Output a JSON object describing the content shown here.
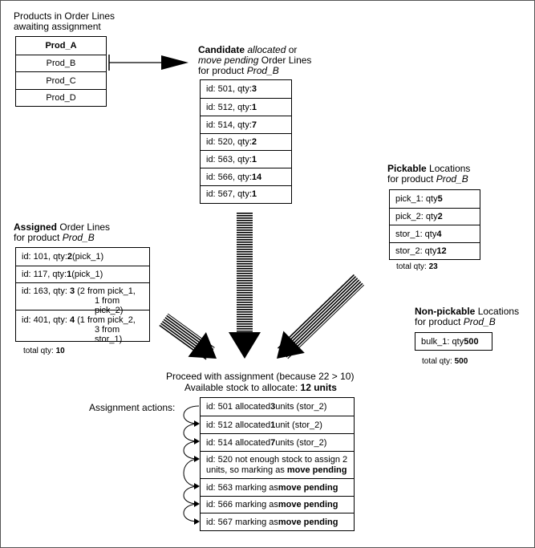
{
  "products": {
    "title_line1": "Products in Order Lines",
    "title_line2": "awaiting assignment",
    "items": [
      "Prod_A",
      "Prod_B",
      "Prod_C",
      "Prod_D"
    ]
  },
  "candidate": {
    "title_bold": "Candidate",
    "title_italic1": "allocated",
    "title_or": "or",
    "title_italic2": "move pending",
    "title_rest": "Order Lines",
    "title_line3": "for product",
    "product": "Prod_B",
    "rows": [
      {
        "pre": "id: 501, qty: ",
        "qty": "3"
      },
      {
        "pre": "id: 512, qty: ",
        "qty": "1"
      },
      {
        "pre": "id: 514, qty: ",
        "qty": "7"
      },
      {
        "pre": "id: 520, qty: ",
        "qty": "2"
      },
      {
        "pre": "id: 563, qty: ",
        "qty": "1"
      },
      {
        "pre": "id: 566, qty: ",
        "qty": "14"
      },
      {
        "pre": "id: 567, qty: ",
        "qty": "1"
      }
    ]
  },
  "pickable": {
    "title_bold": "Pickable",
    "title_rest": "Locations",
    "title_line2": "for product",
    "product": "Prod_B",
    "rows": [
      {
        "pre": "pick_1: qty ",
        "qty": "5"
      },
      {
        "pre": "pick_2: qty ",
        "qty": "2"
      },
      {
        "pre": "stor_1: qty ",
        "qty": "4"
      },
      {
        "pre": "stor_2: qty ",
        "qty": "12"
      }
    ],
    "total_label": "total qty: ",
    "total": "23"
  },
  "nonpickable": {
    "title_bold": "Non-pickable",
    "title_rest": "Locations",
    "title_line2": "for product",
    "product": "Prod_B",
    "rows": [
      {
        "pre": "bulk_1: qty ",
        "qty": "500"
      }
    ],
    "total_label": "total qty: ",
    "total": "500"
  },
  "assigned": {
    "title_bold": "Assigned",
    "title_rest": "Order Lines",
    "title_line2": "for product",
    "product": "Prod_B",
    "rows": [
      {
        "pre": "id: 101, qty: ",
        "qty": "2",
        "post": " (pick_1)",
        "line2": ""
      },
      {
        "pre": "id: 117, qty: ",
        "qty": "1",
        "post": " (pick_1)",
        "line2": ""
      },
      {
        "pre": "id: 163, qty: ",
        "qty": "3",
        "post": " (2 from pick_1,",
        "line2": "1 from pick_2)"
      },
      {
        "pre": "id: 401, qty: ",
        "qty": "4",
        "post": " (1 from pick_2,",
        "line2": "3 from stor_1)"
      }
    ],
    "total_label": "total qty: ",
    "total": "10"
  },
  "proceed": {
    "line1": "Proceed with assignment (because 22 > 10)",
    "line2_pre": "Available stock to allocate: ",
    "line2_bold": "12 units"
  },
  "actions": {
    "label": "Assignment actions:",
    "rows": [
      {
        "t1": "id: 501 allocated ",
        "b1": "3",
        "t2": " units (stor_2)",
        "b2": "",
        "t3": ""
      },
      {
        "t1": "id: 512 allocated ",
        "b1": "1",
        "t2": " unit (stor_2)",
        "b2": "",
        "t3": ""
      },
      {
        "t1": "id: 514 allocated ",
        "b1": "7",
        "t2": " units (stor_2)",
        "b2": "",
        "t3": ""
      },
      {
        "t1": "id: 520 not enough stock to assign 2",
        "b1": "",
        "t2": "",
        "b2": "",
        "t3": ""
      },
      {
        "t1": "id: 563 marking as ",
        "b1": "move pending",
        "t2": "",
        "b2": "",
        "t3": ""
      },
      {
        "t1": "id: 566 marking as ",
        "b1": "move pending",
        "t2": "",
        "b2": "",
        "t3": ""
      },
      {
        "t1": "id: 567 marking as ",
        "b1": "move pending",
        "t2": "",
        "b2": "",
        "t3": ""
      }
    ],
    "row4_line2_pre": "units, so marking as ",
    "row4_line2_bold": "move pending"
  }
}
